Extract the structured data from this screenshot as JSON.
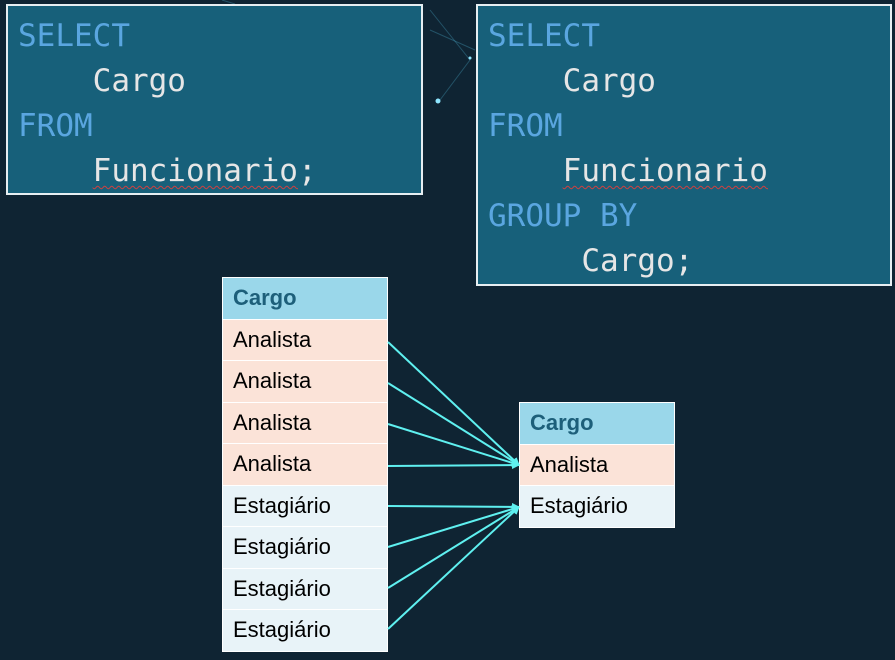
{
  "query_left": {
    "select_kw": "SELECT",
    "column": "Cargo",
    "from_kw": "FROM",
    "table": "Funcionario",
    "terminator": ";"
  },
  "query_right": {
    "select_kw": "SELECT",
    "column": "Cargo",
    "from_kw": "FROM",
    "table": "Funcionario",
    "group_kw": "GROUP BY",
    "group_col": "Cargo",
    "terminator": ";"
  },
  "source_table": {
    "header": "Cargo",
    "rows": [
      "Analista",
      "Analista",
      "Analista",
      "Analista",
      "Estagiário",
      "Estagiário",
      "Estagiário",
      "Estagiário"
    ]
  },
  "result_table": {
    "header": "Cargo",
    "rows": [
      "Analista",
      "Estagiário"
    ]
  },
  "colors": {
    "background": "#0f2433",
    "code_box": "#17607a",
    "keyword": "#5aa6e0",
    "header_cell": "#9ad7ea",
    "analista_cell": "#fbe3d8",
    "estagiario_cell": "#e8f3f8",
    "arrow": "#5ff0f0"
  }
}
